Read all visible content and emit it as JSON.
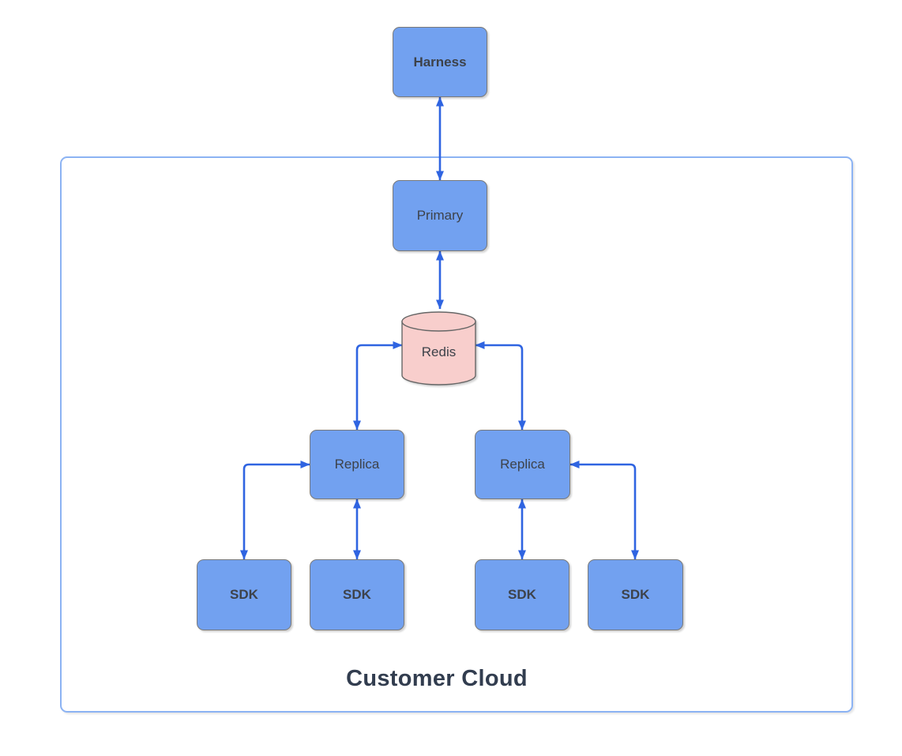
{
  "colors": {
    "node-fill": "#72a1f0",
    "node-stroke": "#7a7a7a",
    "redis-fill": "#f8cecc",
    "redis-stroke": "#666666",
    "arrow-color": "#2f64e1",
    "container-stroke": "#8cb3f3",
    "label-color": "#3d424a",
    "title-color": "#323d4f",
    "canvas-bg": "#ffffff"
  },
  "container": {
    "label": "Customer Cloud"
  },
  "nodes": {
    "harness": {
      "label": "Harness"
    },
    "primary": {
      "label": "Primary"
    },
    "redis": {
      "label": "Redis"
    },
    "replica_left": {
      "label": "Replica"
    },
    "replica_right": {
      "label": "Replica"
    },
    "sdk_outer_left": {
      "label": "SDK"
    },
    "sdk_inner_left": {
      "label": "SDK"
    },
    "sdk_inner_right": {
      "label": "SDK"
    },
    "sdk_outer_right": {
      "label": "SDK"
    }
  },
  "connections": [
    {
      "from": "Harness",
      "to": "Primary",
      "style": "bidirectional"
    },
    {
      "from": "Primary",
      "to": "Redis",
      "style": "bidirectional"
    },
    {
      "from": "Redis",
      "to": "Replica (left)",
      "style": "bidirectional"
    },
    {
      "from": "Redis",
      "to": "Replica (right)",
      "style": "bidirectional"
    },
    {
      "from": "Replica (left)",
      "to": "SDK (outer left)",
      "style": "bidirectional"
    },
    {
      "from": "Replica (left)",
      "to": "SDK (inner left)",
      "style": "bidirectional"
    },
    {
      "from": "Replica (right)",
      "to": "SDK (inner right)",
      "style": "bidirectional"
    },
    {
      "from": "Replica (right)",
      "to": "SDK (outer right)",
      "style": "bidirectional"
    }
  ]
}
